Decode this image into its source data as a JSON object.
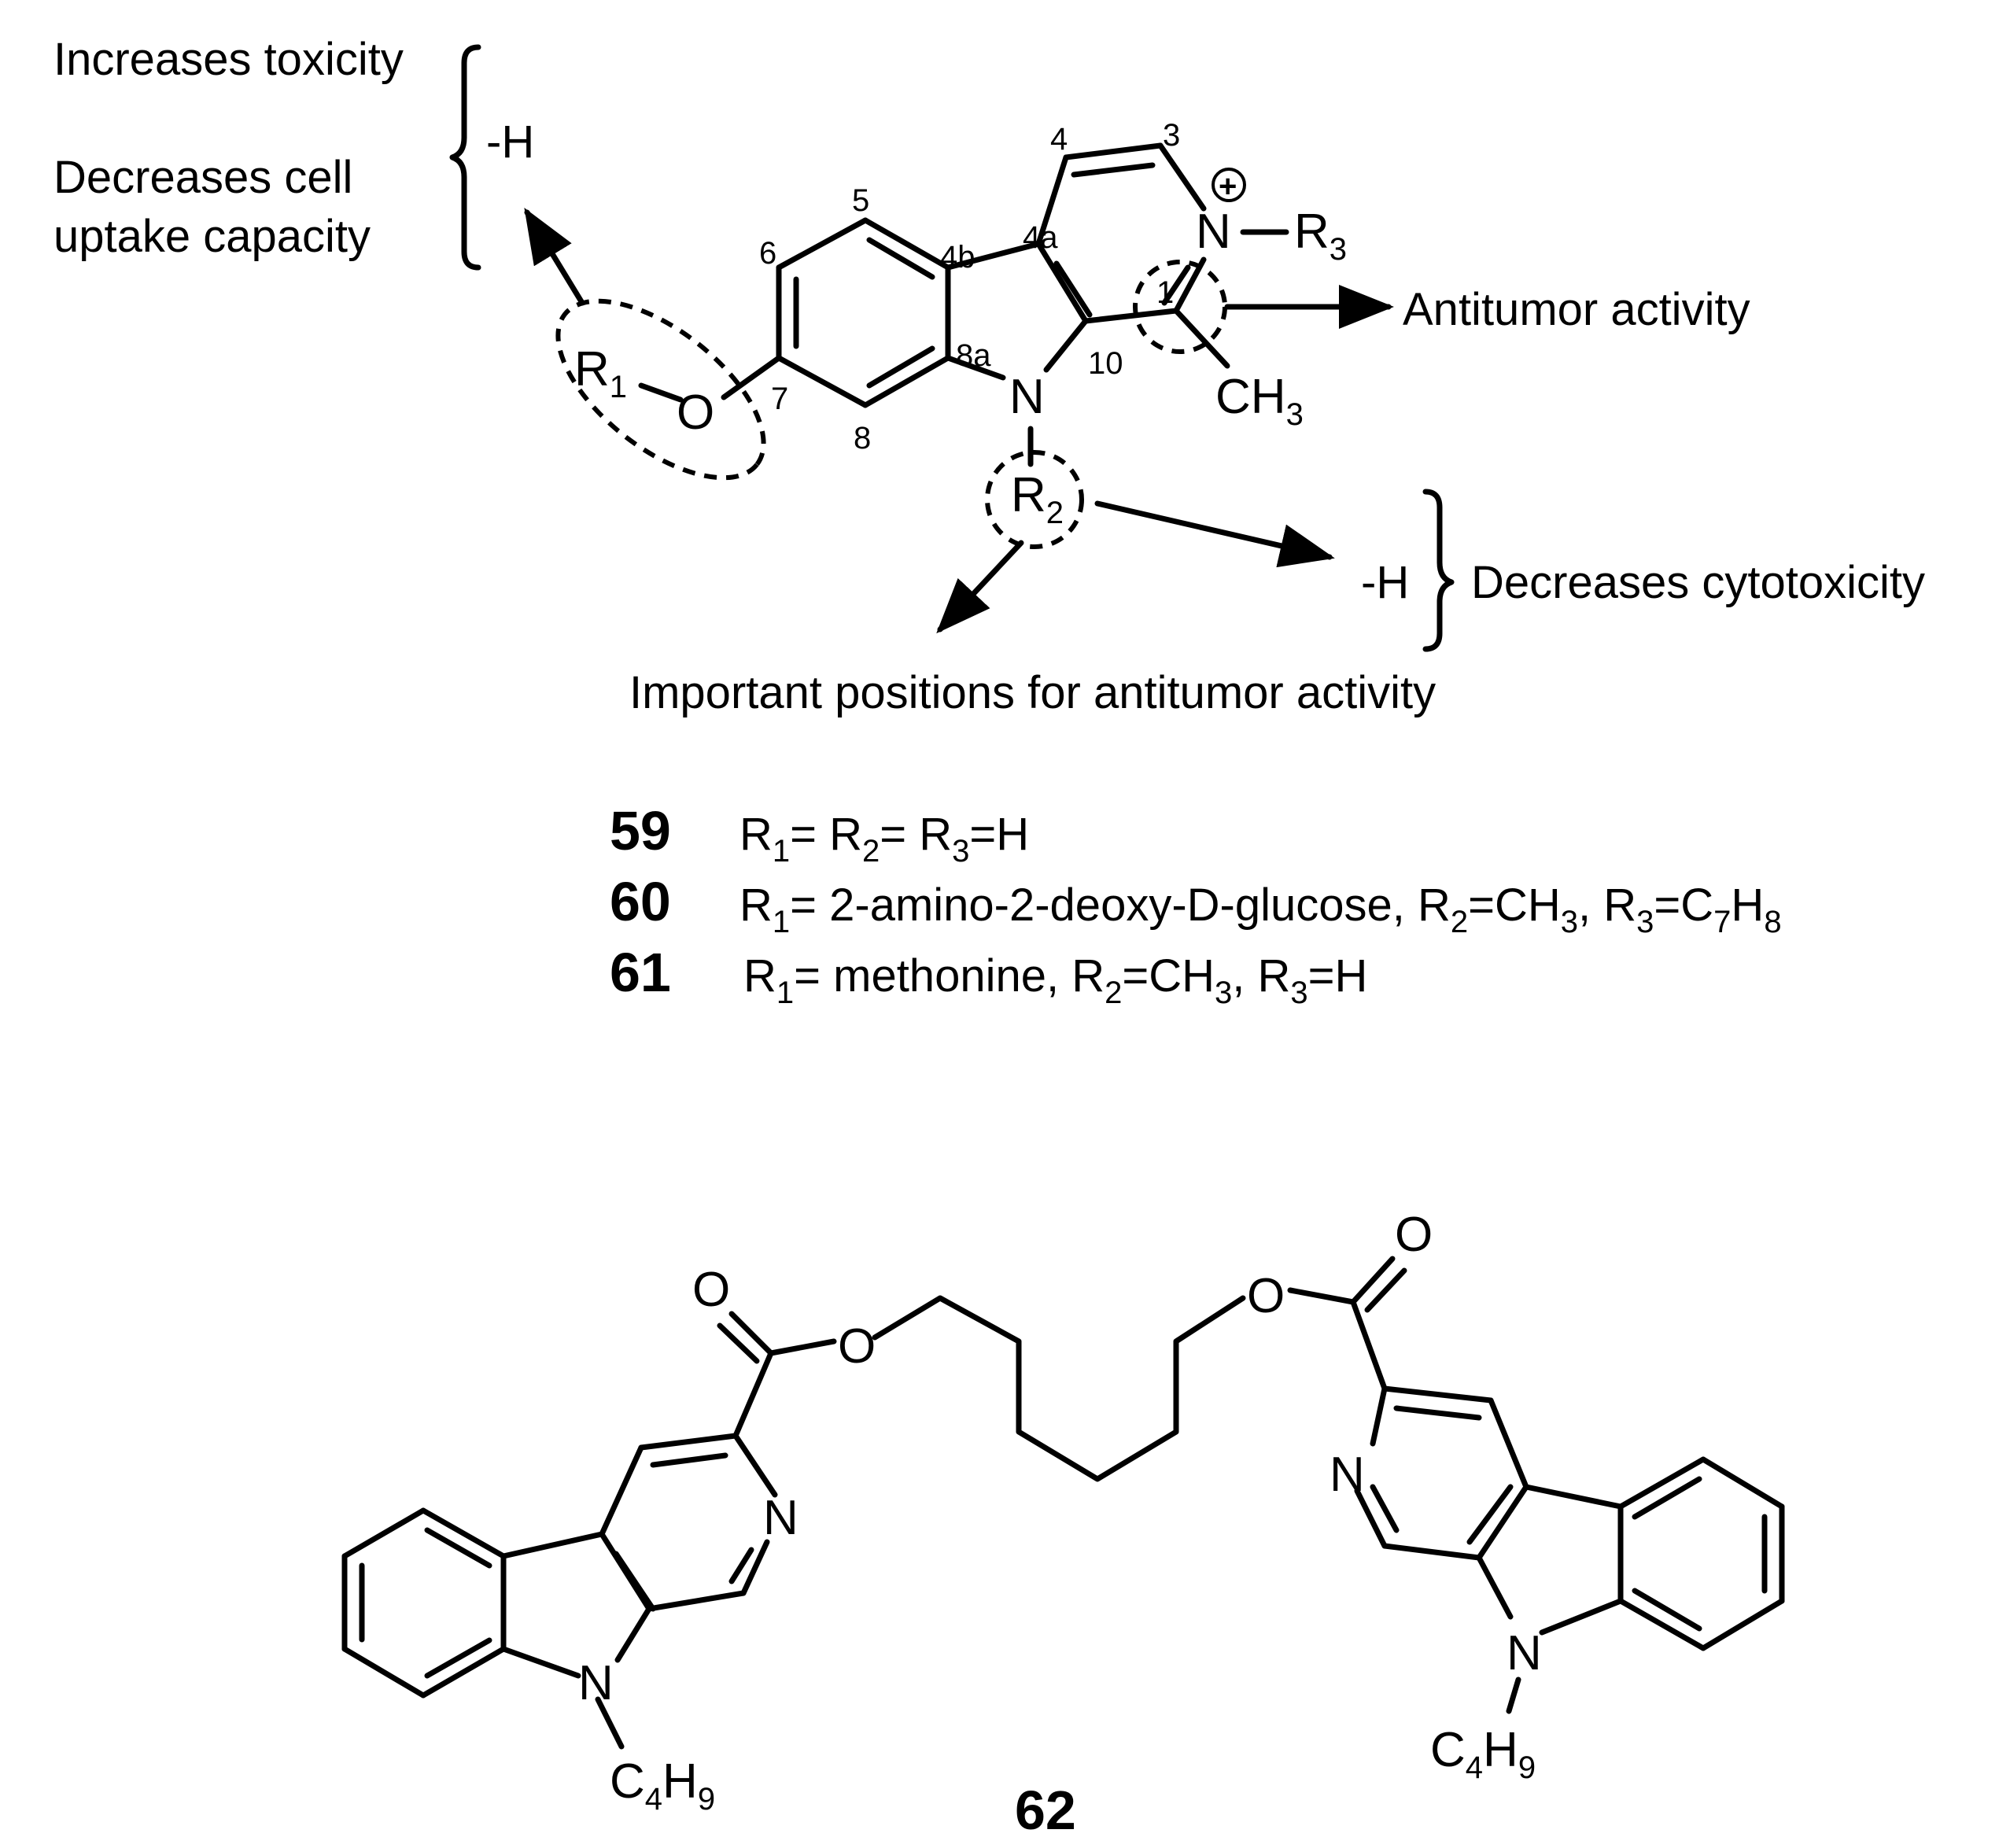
{
  "annotations": {
    "increases_toxicity": "Increases toxicity",
    "decreases_cell": "Decreases cell",
    "uptake_capacity": "uptake capacity",
    "h_top": "-H",
    "antitumor_activity": "Antitumor activity",
    "h_right": "-H",
    "decreases_cytotoxicity": "Decreases cytotoxicity",
    "important_positions": "Important positions for antitumor activity"
  },
  "positions": {
    "p1": "1",
    "p3": "3",
    "p4": "4",
    "p4a": "4a",
    "p4b": "4b",
    "p5": "5",
    "p6": "6",
    "p7": "7",
    "p8": "8",
    "p8a": "8a",
    "p10": "10"
  },
  "atoms": {
    "N": "N",
    "O": "O",
    "R": "R",
    "C": "C",
    "H": "H",
    "CH": "CH",
    "plus": "+",
    "sub1": "1",
    "sub2": "2",
    "sub3": "3",
    "sub4": "4",
    "sub7": "7",
    "sub8": "8",
    "sub9": "9"
  },
  "compounds": [
    {
      "id": "59",
      "def": [
        "R",
        "1",
        "= R",
        "2",
        "= R",
        "3",
        "=H"
      ]
    },
    {
      "id": "60",
      "def": [
        "R",
        "1",
        "= 2-amino-2-deoxy-D-glucose, R",
        "2",
        "=CH",
        "3",
        ", R",
        "3",
        "=C",
        "7",
        "H",
        "8"
      ]
    },
    {
      "id": "61",
      "def": [
        "R",
        "1",
        "= methonine, R",
        "2",
        "=CH",
        "3",
        ", R",
        "3",
        "=H"
      ]
    },
    {
      "id": "62"
    }
  ]
}
